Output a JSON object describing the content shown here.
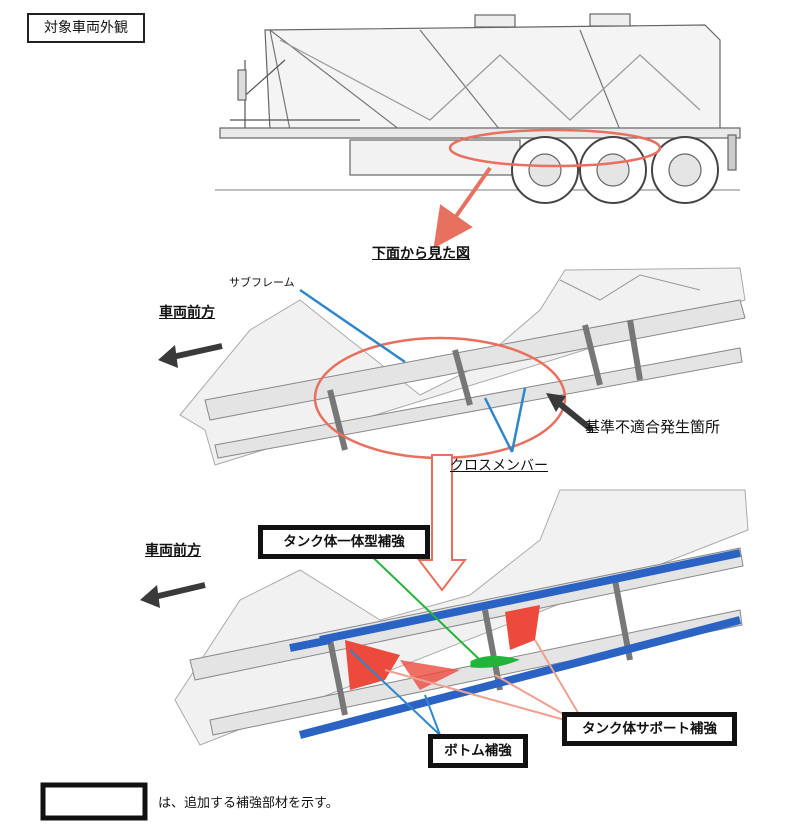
{
  "header": {
    "title": "対象車両外観"
  },
  "top_view": {
    "caption": "下面から見た図"
  },
  "before": {
    "subframe_label": "サブフレーム",
    "front_label": "車両前方",
    "nonconformity_label": "基準不適合発生箇所",
    "crossmember_label": "クロスメンバー"
  },
  "after": {
    "front_label": "車両前方",
    "tank_integrated_label": "タンク体一体型補強",
    "bottom_label": "ボトム補強",
    "tank_support_label": "タンク体サポート補強"
  },
  "legend": {
    "text": "は、追加する補強部材を示す。"
  },
  "colors": {
    "highlight_red": "#e8705f",
    "leader_blue": "#2f86c8",
    "reinforce_blue": "#2a63c4",
    "reinforce_red": "#ec4a3c",
    "reinforce_green": "#22b33a"
  }
}
